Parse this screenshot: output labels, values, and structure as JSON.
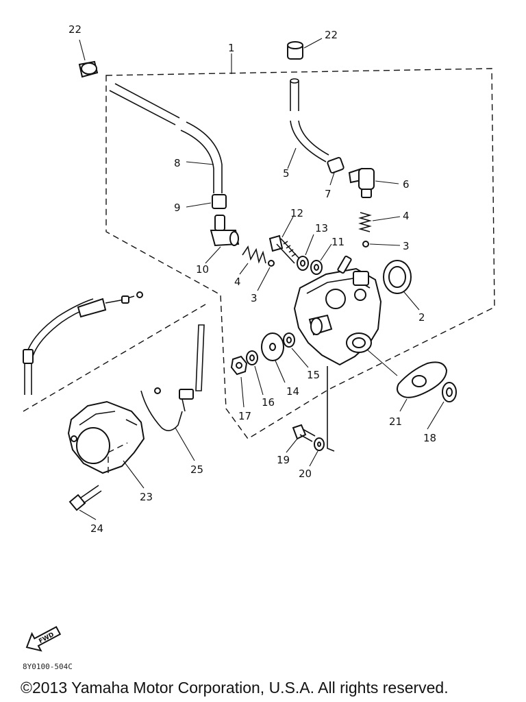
{
  "diagram": {
    "drawing_code": "8Y0100-504C",
    "fwd_label": "FWD",
    "assembly_label": "1",
    "callouts": {
      "c22a": "22",
      "c22b": "22",
      "c8": "8",
      "c9": "9",
      "c10": "10",
      "c5": "5",
      "c7": "7",
      "c6": "6",
      "c4a": "4",
      "c4b": "4",
      "c3a": "3",
      "c3b": "3",
      "c12": "12",
      "c13": "13",
      "c11": "11",
      "c2": "2",
      "c15": "15",
      "c14": "14",
      "c16": "16",
      "c17": "17",
      "c21": "21",
      "c18": "18",
      "c19": "19",
      "c20": "20",
      "c23": "23",
      "c24": "24",
      "c25": "25"
    }
  },
  "footer": {
    "copyright": "©2013 Yamaha Motor Corporation, U.S.A. All rights reserved."
  }
}
